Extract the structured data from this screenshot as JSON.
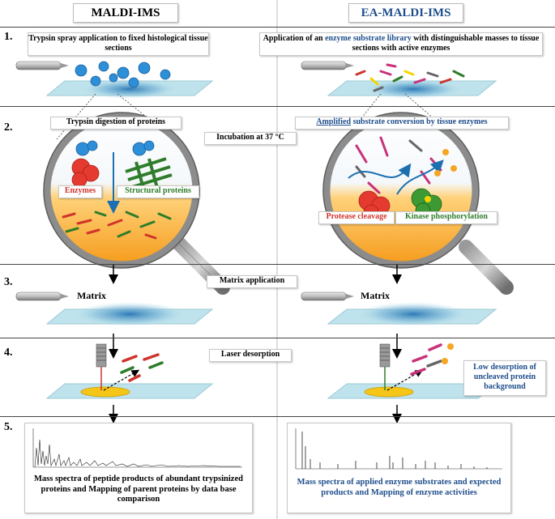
{
  "headers": {
    "left": "MALDI-IMS",
    "right": "EA-MALDI-IMS"
  },
  "steps": {
    "s1": {
      "num": "1.",
      "left": "Trypsin spray application to fixed histological tissue sections",
      "right_pre": "Application of an ",
      "right_hl": "enzyme substrate library",
      "right_post": " with distinguishable masses to tissue sections with active enzymes"
    },
    "s2": {
      "num": "2.",
      "left": "Trypsin digestion of proteins",
      "center": "Incubation at 37 °C",
      "right_hl": "Amplified",
      "right_post": " substrate conversion by tissue enzymes",
      "enzymes": "Enzymes",
      "structural": "Structural proteins",
      "protease": "Protease cleavage",
      "kinase": "Kinase phosphorylation"
    },
    "s3": {
      "num": "3.",
      "center": "Matrix application",
      "matrix_left": "Matrix",
      "matrix_right": "Matrix"
    },
    "s4": {
      "num": "4.",
      "center": "Laser desorption",
      "low_desorption": "Low desorption of uncleaved protein background"
    },
    "s5": {
      "num": "5.",
      "left": "Mass spectra of peptide products of abundant trypsinized proteins and Mapping of parent proteins by data base comparison",
      "right": "Mass spectra of applied enzyme substrates and expected products and Mapping of enzyme activities"
    }
  },
  "colors": {
    "blue_text": "#1f4e8c",
    "red": "#d0342c",
    "green": "#2f7d2a",
    "magenta": "#c8327a",
    "yellow": "#f5d400",
    "orange": "#f5a623",
    "slide": "#bfe3ec"
  },
  "icons": [
    "spray-nozzle-icon",
    "magnifier-icon",
    "laser-icon",
    "sun-icon"
  ]
}
